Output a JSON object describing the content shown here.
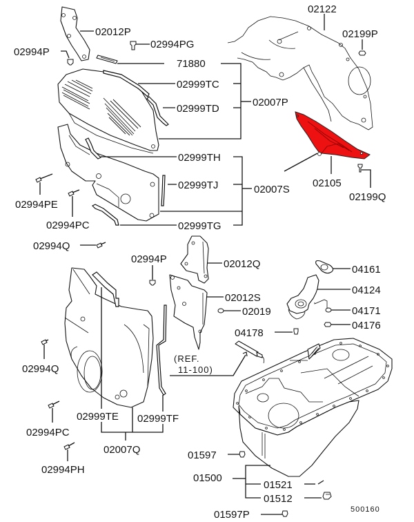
{
  "diagram": {
    "title": "Timing belt cover and oil pan exploded parts diagram",
    "highlight_color": "#ee1111",
    "highlighted_part": "02105",
    "diagram_id": "500160",
    "reference_note": [
      "(REF.",
      "11-100)"
    ]
  },
  "labels": {
    "p02012P": "02012P",
    "p02994PG": "02994PG",
    "p02994P_top": "02994P",
    "p71880": "71880",
    "p02999TC": "02999TC",
    "p02999TD": "02999TD",
    "p02007P": "02007P",
    "p02122": "02122",
    "p02199P": "02199P",
    "p02999TH": "02999TH",
    "p02999TJ": "02999TJ",
    "p02007S": "02007S",
    "p02999TG": "02999TG",
    "p02105": "02105",
    "p02199Q": "02199Q",
    "p02994PE": "02994PE",
    "p02994PC_top": "02994PC",
    "p02994Q_top": "02994Q",
    "p02994P_mid": "02994P",
    "p02012Q": "02012Q",
    "p02012S": "02012S",
    "p02019": "02019",
    "p04161": "04161",
    "p04124": "04124",
    "p04171": "04171",
    "p04176": "04176",
    "p04178": "04178",
    "p02994Q_bot": "02994Q",
    "p02999TE": "02999TE",
    "p02999TF": "02999TF",
    "p02994PC_bot": "02994PC",
    "p02007Q": "02007Q",
    "p02994PH": "02994PH",
    "p01597": "01597",
    "p01500": "01500",
    "p01521": "01521",
    "p01512": "01512",
    "p01597P": "01597P"
  }
}
